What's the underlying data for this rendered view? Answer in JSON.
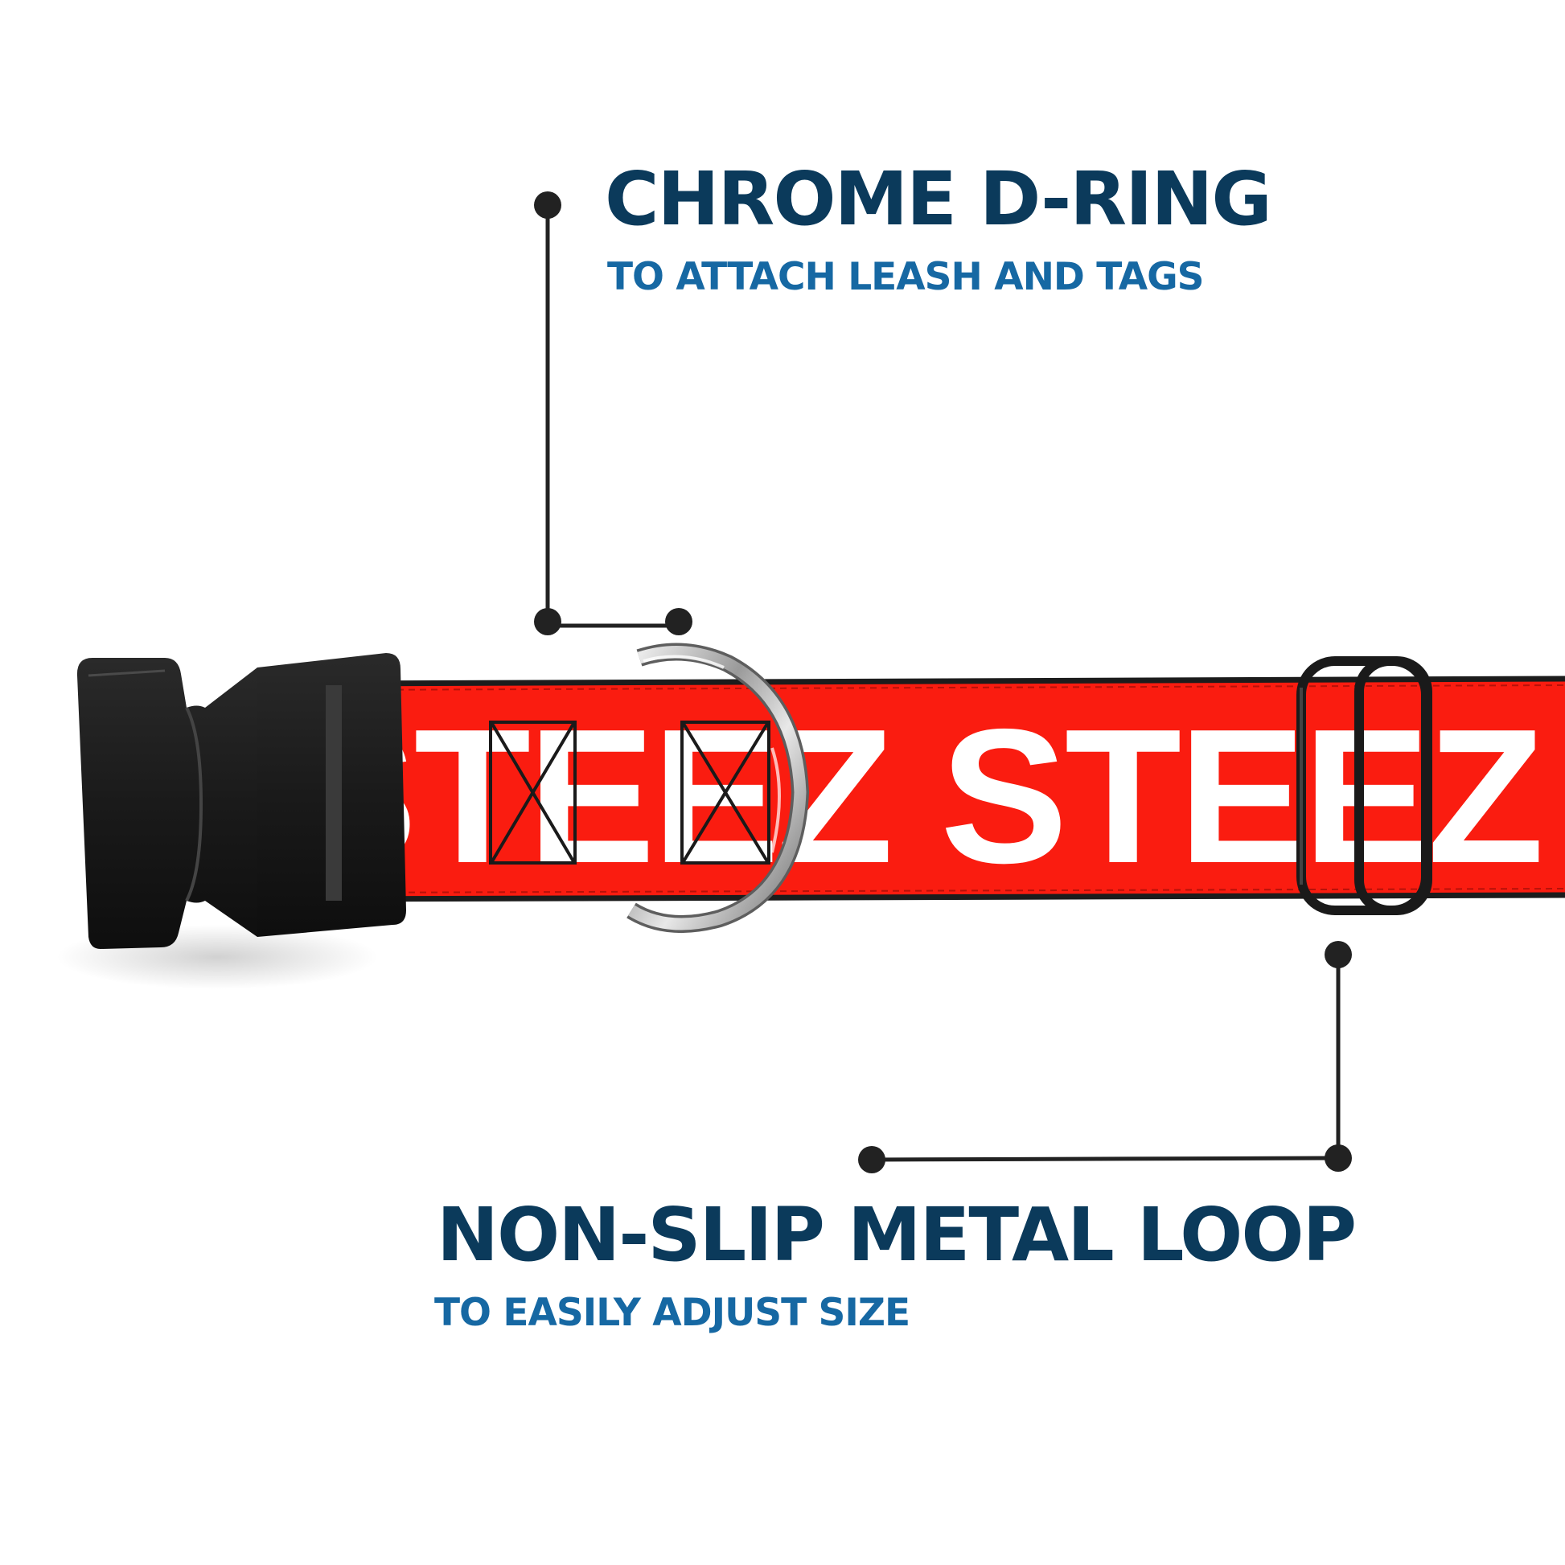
{
  "colors": {
    "title": "#0b3a5b",
    "subtitle": "#1668a3",
    "strap_red": "#fa1c10",
    "strap_text": "#ffffff",
    "hardware_black": "#1b1b1b",
    "callout_line": "#222222"
  },
  "callouts": {
    "d_ring": {
      "title": "CHROME D-RING",
      "subtitle": "TO ATTACH LEASH AND TAGS"
    },
    "loop": {
      "title": "NON-SLIP METAL LOOP",
      "subtitle": "TO EASILY ADJUST SIZE"
    }
  },
  "product": {
    "brand_print": "STEEZ STEEZ",
    "parts": [
      "plastic-buckle",
      "chrome-d-ring",
      "metal-loop",
      "nylon-strap"
    ]
  }
}
